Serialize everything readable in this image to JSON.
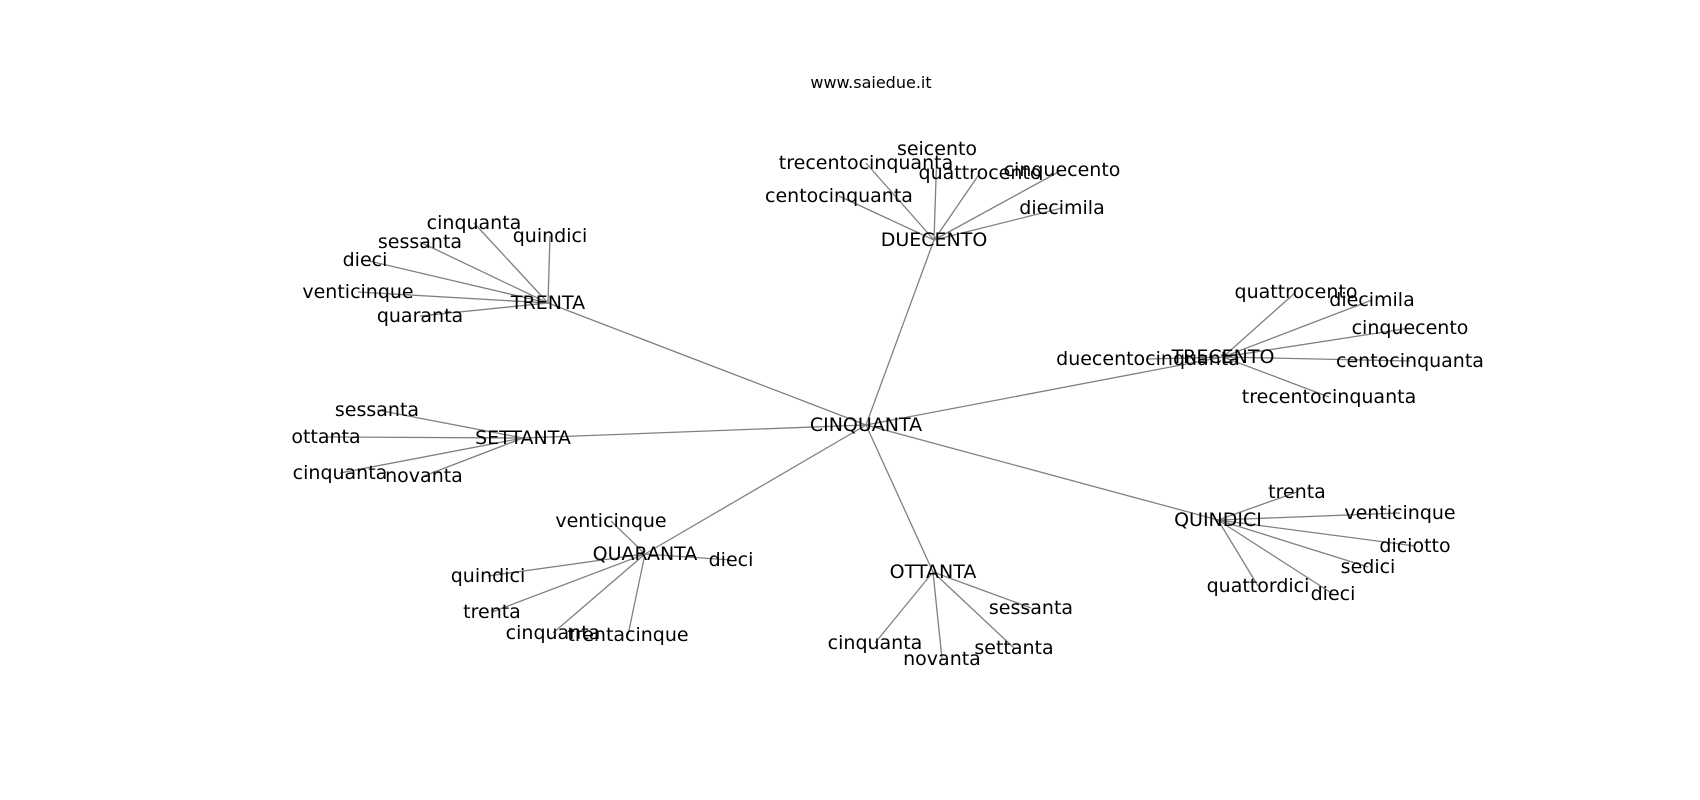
{
  "watermark": "www.saiedue.it",
  "graph": {
    "center": "CINQUANTA",
    "hubs": [
      {
        "label": "DUECENTO",
        "leaves": [
          "seicento",
          "trecentocinquanta",
          "quattrocento",
          "cinquecento",
          "centocinquanta",
          "diecimila"
        ]
      },
      {
        "label": "TRENTA",
        "leaves": [
          "cinquanta",
          "quindici",
          "sessanta",
          "dieci",
          "venticinque",
          "quaranta"
        ]
      },
      {
        "label": "TRECENTO",
        "leaves": [
          "quattrocento",
          "diecimila",
          "cinquecento",
          "duecentocinquanta",
          "centocinquanta",
          "trecentocinquanta"
        ]
      },
      {
        "label": "SETTANTA",
        "leaves": [
          "sessanta",
          "ottanta",
          "cinquanta",
          "novanta"
        ]
      },
      {
        "label": "QUINDICI",
        "leaves": [
          "trenta",
          "venticinque",
          "diciotto",
          "sedici",
          "quattordici",
          "dieci"
        ]
      },
      {
        "label": "QUARANTA",
        "leaves": [
          "venticinque",
          "quindici",
          "dieci",
          "trenta",
          "cinquanta",
          "trentacinque"
        ]
      },
      {
        "label": "OTTANTA",
        "leaves": [
          "sessanta",
          "cinquanta",
          "settanta",
          "novanta"
        ]
      }
    ]
  }
}
